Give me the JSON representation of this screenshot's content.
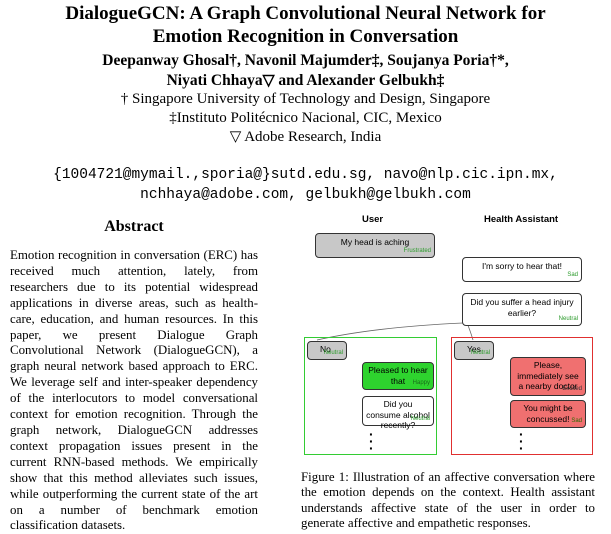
{
  "paper": {
    "title_line1": "DialogueGCN: A Graph Convolutional Neural Network for",
    "title_line2": "Emotion Recognition in Conversation",
    "authors_line1": "Deepanway Ghosal†, Navonil Majumder‡, Soujanya Poria†*,",
    "authors_line2": "Niyati Chhaya▽ and Alexander Gelbukh‡",
    "affil1": "† Singapore University of Technology and Design, Singapore",
    "affil2": "‡Instituto Politécnico Nacional, CIC, Mexico",
    "affil3": "▽ Adobe Research, India",
    "email_line1": "{1004721@mymail.,sporia@}sutd.edu.sg, navo@nlp.cic.ipn.mx,",
    "email_line2": "nchhaya@adobe.com, gelbukh@gelbukh.com"
  },
  "abstract": {
    "heading": "Abstract",
    "text": "Emotion recognition in conversation (ERC) has received much attention, lately, from researchers due to its potential widespread applications in diverse areas, such as health-care, education, and human resources. In this paper, we present Dialogue Graph Convolutional Network (DialogueGCN), a graph neural network based approach to ERC. We leverage self and inter-speaker dependency of the interlocutors to model conversational context for emotion recognition. Through the graph network, DialogueGCN addresses context propagation issues present in the current RNN-based methods. We empirically show that this method alleviates such issues, while outperforming the current state of the art on a number of benchmark emotion classification datasets."
  },
  "figure": {
    "user_label": "User",
    "assistant_label": "Health Assistant",
    "b1_text": "My head is aching",
    "b1_emo": "Frustrated",
    "b2_text": "I'm sorry to hear that!",
    "b2_emo": "Sad",
    "b3_text": "Did you suffer a head injury earlier?",
    "b3_emo": "Neutral",
    "l_no": "No",
    "l_no_emo": "Neutral",
    "l_a1": "Pleased to hear that",
    "l_a1_emo": "Happy",
    "l_a2": "Did you consume alcohol recently?",
    "l_a2_emo": "Neutral",
    "r_yes": "Yes",
    "r_yes_emo": "Neutral",
    "r_a1": "Please, immediately see a nearby doctor",
    "r_a1_emo": "Excited",
    "r_a2": "You might be concussed!",
    "r_a2_emo": "Sad",
    "colors": {
      "gray": "#c8c8c8",
      "green_box": "#37c837",
      "red_box": "#e85454",
      "green_fill": "#2ed32e",
      "red_fill": "#f07070",
      "frame_green": "#33cc33",
      "frame_red": "#e03030",
      "neutral_text": "#2a9a2a",
      "sad_text": "#2a9a2a"
    }
  },
  "caption": {
    "text": "Figure 1: Illustration of an affective conversation where the emotion depends on the context. Health assistant understands affective state of the user in order to generate affective and empathetic responses."
  }
}
